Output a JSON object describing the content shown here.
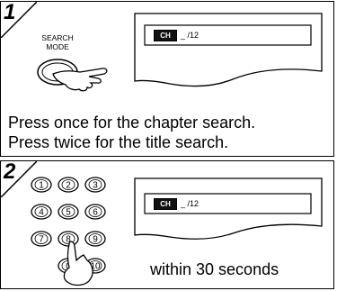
{
  "step1": {
    "number": "1",
    "button_label_line1": "SEARCH",
    "button_label_line2": "MODE",
    "screen": {
      "indicator": "CH",
      "value": "_ /12"
    },
    "caption_line1": "Press once for the chapter search.",
    "caption_line2": "Press twice for the title search."
  },
  "step2": {
    "number": "2",
    "keys": [
      "1",
      "2",
      "3",
      "4",
      "5",
      "6",
      "7",
      "8",
      "9",
      "0",
      "10"
    ],
    "screen": {
      "indicator": "CH",
      "value": "_ /12"
    },
    "caption": "within 30 seconds"
  }
}
